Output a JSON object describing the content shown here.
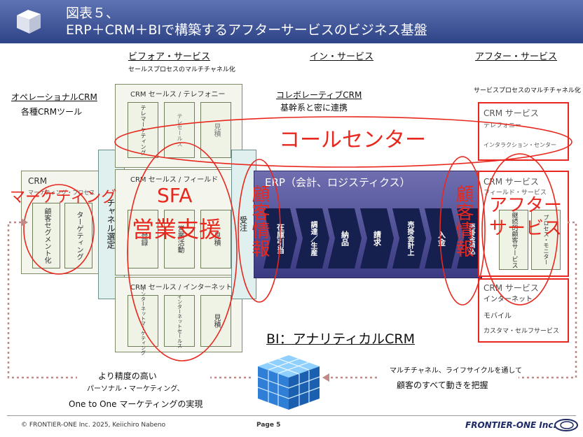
{
  "header": {
    "line1": "図表５、",
    "line2": "ERP＋CRM＋BIで構築するアフターサービスのビジネス基盤"
  },
  "phases": {
    "before": "ビフォア・サービス",
    "before_sub": "セールスプロセスのマルチチャネル化",
    "in": "イン・サービス",
    "after": "アフター・サービス",
    "after_sub": "サービスプロセスのマルチチャネル化"
  },
  "left": {
    "operational": "オペレーショナルCRM",
    "tools": "各種CRMツール",
    "crm_title": "CRM",
    "crm_sub": "マーケティング・プロセス",
    "card1": "顧客セグメント化",
    "card2": "ターゲティング",
    "marketing_overlay": "マーケティング",
    "channel": "チャネル選定"
  },
  "collaborative": {
    "line1": "コレボレーティブCRM",
    "line2": "基幹系と密に連携"
  },
  "phone_panel": {
    "title": "CRM セールス / テレフォニー",
    "cards": [
      "テレマーケティング",
      "テレセールス",
      "見積"
    ]
  },
  "field_panel": {
    "title": "CRM セールス / フィールド",
    "cards": [
      "登録",
      "営業活動",
      "見積"
    ]
  },
  "internet_panel": {
    "title": "CRM セールス / インターネット",
    "cards": [
      "インターネットマーケティング",
      "インターネットセールス",
      "見積"
    ]
  },
  "overlays": {
    "call_center": "コールセンター",
    "sfa1": "SFA",
    "sfa2": "営業支援",
    "customer_info_left": "顧客情報",
    "customer_info_right": "顧客情報",
    "after": "アフターサービス"
  },
  "order": "受注",
  "erp": {
    "title": "ERP（会計、ロジスティクス）",
    "steps": [
      "在庫引当",
      "調達／生産",
      "納品",
      "請求",
      "売掛金計上",
      "入金",
      "売掛金消込"
    ]
  },
  "after_boxes": {
    "telephony_title": "CRM サービス",
    "telephony_sub": "テレフォニー",
    "telephony_item": "インタラクション・センター",
    "field_title": "CRM サービス",
    "field_sub": "フィールド・サービス",
    "field_cards": [
      "継続的顧客サービス",
      "プロセス・モニター"
    ],
    "internet_title": "CRM サービス",
    "internet_items": [
      "インターネット",
      "モバイル",
      "カスタマ・セルフサービス"
    ]
  },
  "bi": {
    "title": "BI：アナリティカルCRM",
    "left_note": [
      "より精度の高い",
      "パーソナル・マーケティング、",
      "One to One マーケティングの実現"
    ],
    "right_note": [
      "マルチチャネル、ライフサイクルを通して",
      "顧客のすべて動きを把握"
    ]
  },
  "footer": {
    "copyright": "© FRONTIER-ONE Inc. 2025,  Keiichiro  Nabeno",
    "page": "Page 5",
    "brand": "FRONTIER-ONE Inc."
  },
  "colors": {
    "header_bg": "#3a4f8e",
    "overlay_red": "#e8281e",
    "erp_bg": "#4b4a8d",
    "step_navy": "#15204e",
    "panel_bg": "#f4f6ee",
    "channel_bg": "#dff0ef"
  }
}
